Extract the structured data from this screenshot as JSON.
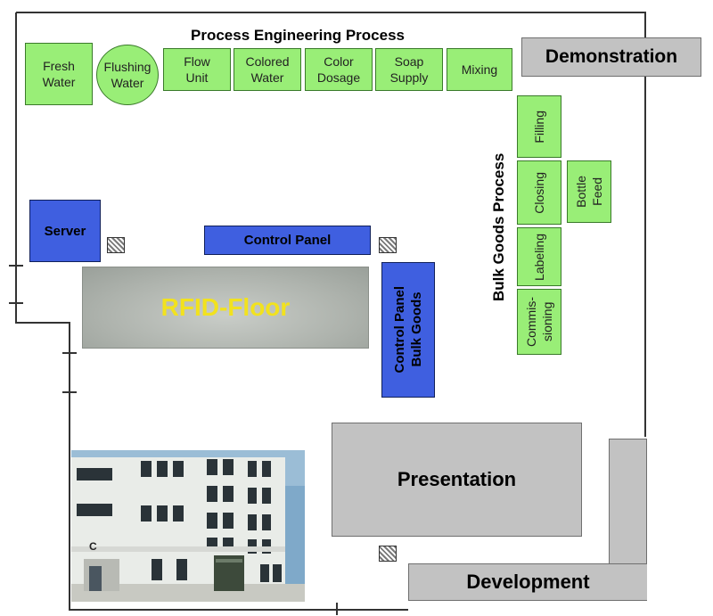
{
  "diagram": {
    "process_engineering_title": "Process Engineering Process",
    "process_stations": [
      "Fresh\nWater",
      "Flushing\nWater",
      "Flow\nUnit",
      "Colored\nWater",
      "Color\nDosage",
      "Soap\nSupply",
      "Mixing"
    ],
    "bulk_goods_title": "Bulk Goods Process",
    "bulk_stations": [
      "Filling",
      "Closing",
      "Labeling",
      "Commis-\nsioning",
      "Bottle\nFeed"
    ],
    "demonstration": "Demonstration",
    "server": "Server",
    "control_panel": "Control Panel",
    "control_panel_bulk": "Control Panel\nBulk Goods",
    "rfid_floor": "RFID-Floor",
    "presentation": "Presentation",
    "development": "Development",
    "building_photo_label": "C"
  },
  "colors": {
    "station_green": "#99ee77",
    "panel_blue": "#3f5fe0",
    "room_grey": "#c2c2c2",
    "rfid_text": "#f2e21e"
  }
}
